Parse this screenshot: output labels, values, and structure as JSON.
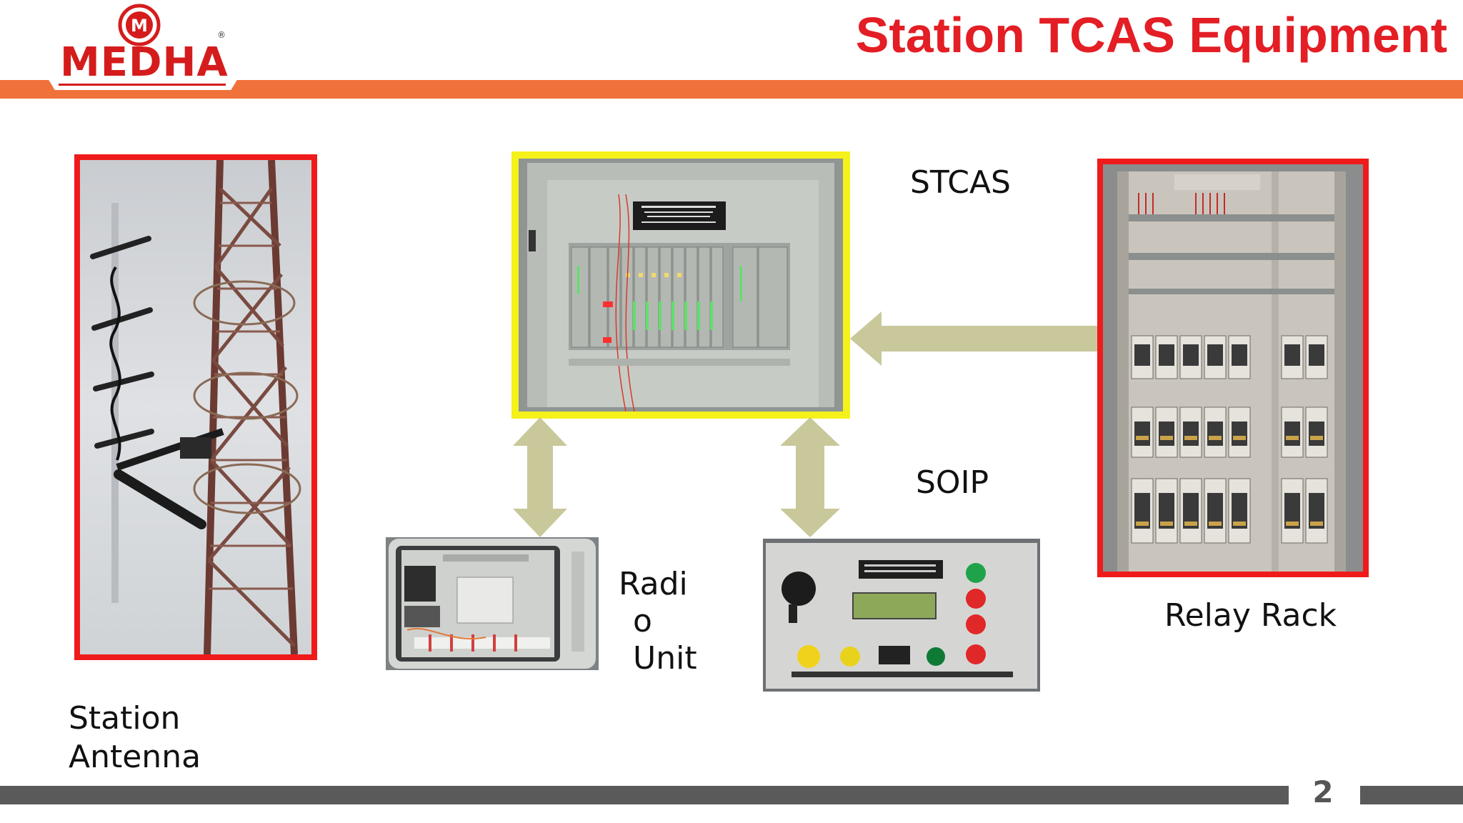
{
  "header": {
    "logo_text": "MEDHA",
    "logo_registered": "®",
    "logo_emblem_letter": "M",
    "title": "Station TCAS Equipment"
  },
  "labels": {
    "stcas": "STCAS",
    "soip": "SOIP",
    "radio_unit_line1": "Radi",
    "radio_unit_line2": "o",
    "radio_unit_line3": "Unit",
    "relay_rack": "Relay Rack",
    "station_antenna_line1": "Station",
    "station_antenna_line2": "Antenna"
  },
  "footer": {
    "page_number": "2"
  },
  "colors": {
    "brand_red": "#e31e24",
    "header_band": "#f0713a",
    "footer_bar": "#5a5a5a",
    "frame_red": "#ef1b1b",
    "frame_yellow": "#f5f11a",
    "arrow": "#c8c89a"
  }
}
